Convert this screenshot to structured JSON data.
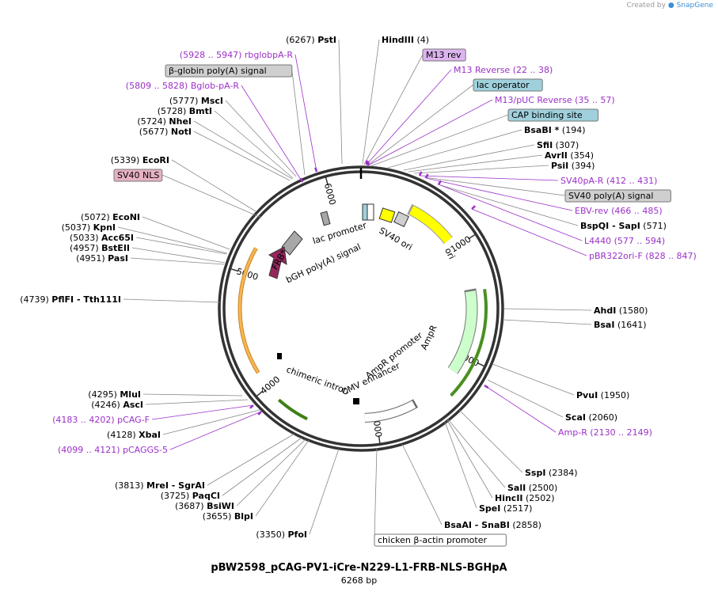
{
  "credit": {
    "prefix": "Created by",
    "brand": "SnapGene"
  },
  "plasmid": {
    "name": "pBW2598_pCAG-PV1-iCre-N229-L1-FRB-NLS-BGHpA",
    "size_label": "6268 bp"
  },
  "colors": {
    "enzyme": "#000000",
    "primer": "#9b30c8",
    "feature_blue": "#9fd0dc",
    "feature_gray": "#cfcfcf",
    "feature_pink": "#e7b1c3",
    "feature_violet": "#dcb4f0",
    "ori": "#ffff00",
    "ampr": "#ccffcc",
    "bgh": "#a8a8a8",
    "frb": "#95275d",
    "cag_arc": "#f7b650",
    "green_arc": "#8ed04a"
  },
  "ticks": [
    "1000",
    "2000",
    "3000",
    "4000",
    "5000",
    "6000"
  ],
  "labels": [
    {
      "kind": "enzyme",
      "pos": "(6267)",
      "name": "PstI"
    },
    {
      "kind": "enzyme",
      "name": "HindIII",
      "pos": "(4)"
    },
    {
      "kind": "box",
      "text": "M13 rev",
      "color": "violet"
    },
    {
      "kind": "primer",
      "name": "M13 Reverse",
      "pos": "(22 .. 38)"
    },
    {
      "kind": "box",
      "text": "lac operator",
      "color": "blue"
    },
    {
      "kind": "primer",
      "name": "M13/pUC Reverse",
      "pos": "(35 .. 57)"
    },
    {
      "kind": "box",
      "text": "CAP binding site",
      "color": "blue"
    },
    {
      "kind": "enzyme",
      "name": "BsaBI *",
      "pos": "(194)"
    },
    {
      "kind": "enzyme",
      "name": "SfiI",
      "pos": "(307)"
    },
    {
      "kind": "enzyme",
      "name": "AvrII",
      "pos": "(354)"
    },
    {
      "kind": "enzyme",
      "name": "PsiI",
      "pos": "(394)"
    },
    {
      "kind": "primer",
      "name": "SV40pA-R",
      "pos": "(412 .. 431)"
    },
    {
      "kind": "box",
      "text": "SV40 poly(A) signal",
      "color": "gray"
    },
    {
      "kind": "primer",
      "name": "EBV-rev",
      "pos": "(466 .. 485)"
    },
    {
      "kind": "enzyme",
      "name": "BspQI  - SapI",
      "pos": "(571)"
    },
    {
      "kind": "primer",
      "name": "L4440",
      "pos": "(577 .. 594)"
    },
    {
      "kind": "primer",
      "name": "pBR322ori-F",
      "pos": "(828 .. 847)"
    },
    {
      "kind": "enzyme",
      "name": "AhdI",
      "pos": "(1580)"
    },
    {
      "kind": "enzyme",
      "name": "BsaI",
      "pos": "(1641)"
    },
    {
      "kind": "enzyme",
      "name": "PvuI",
      "pos": "(1950)"
    },
    {
      "kind": "enzyme",
      "name": "ScaI",
      "pos": "(2060)"
    },
    {
      "kind": "primer",
      "name": "Amp-R",
      "pos": "(2130 .. 2149)"
    },
    {
      "kind": "enzyme",
      "name": "SspI",
      "pos": "(2384)"
    },
    {
      "kind": "enzyme",
      "name": "SalI",
      "pos": "(2500)"
    },
    {
      "kind": "enzyme",
      "name": "HincII",
      "pos": "(2502)"
    },
    {
      "kind": "enzyme",
      "name": "SpeI",
      "pos": "(2517)"
    },
    {
      "kind": "enzyme",
      "name": "BsaAI  - SnaBI",
      "pos": "(2858)"
    },
    {
      "kind": "box",
      "text": "chicken β-actin promoter",
      "color": "white"
    },
    {
      "kind": "enzyme",
      "pos": "(3350)",
      "name": "PfoI"
    },
    {
      "kind": "enzyme",
      "pos": "(3655)",
      "name": "BlpI"
    },
    {
      "kind": "enzyme",
      "pos": "(3687)",
      "name": "BsiWI"
    },
    {
      "kind": "enzyme",
      "pos": "(3725)",
      "name": "PaqCI"
    },
    {
      "kind": "enzyme",
      "pos": "(3813)",
      "name": "MreI  - SgrAI"
    },
    {
      "kind": "primer",
      "pos": "(4099 .. 4121)",
      "name": "pCAGGS-5"
    },
    {
      "kind": "enzyme",
      "pos": "(4128)",
      "name": "XbaI"
    },
    {
      "kind": "primer",
      "pos": "(4183 .. 4202)",
      "name": "pCAG-F"
    },
    {
      "kind": "enzyme",
      "pos": "(4246)",
      "name": "AscI"
    },
    {
      "kind": "enzyme",
      "pos": "(4295)",
      "name": "MluI"
    },
    {
      "kind": "enzyme",
      "pos": "(4739)",
      "name": "PflFI  - Tth111I"
    },
    {
      "kind": "enzyme",
      "pos": "(4951)",
      "name": "PasI"
    },
    {
      "kind": "enzyme",
      "pos": "(4957)",
      "name": "BstEII"
    },
    {
      "kind": "enzyme",
      "pos": "(5033)",
      "name": "Acc65I"
    },
    {
      "kind": "enzyme",
      "pos": "(5037)",
      "name": "KpnI"
    },
    {
      "kind": "enzyme",
      "pos": "(5072)",
      "name": "EcoNI"
    },
    {
      "kind": "box",
      "text": "SV40 NLS",
      "color": "pink"
    },
    {
      "kind": "enzyme",
      "pos": "(5339)",
      "name": "EcoRI"
    },
    {
      "kind": "enzyme",
      "pos": "(5677)",
      "name": "NotI"
    },
    {
      "kind": "enzyme",
      "pos": "(5724)",
      "name": "NheI"
    },
    {
      "kind": "enzyme",
      "pos": "(5728)",
      "name": "BmtI"
    },
    {
      "kind": "enzyme",
      "pos": "(5777)",
      "name": "MscI"
    },
    {
      "kind": "primer",
      "pos": "(5809 .. 5828)",
      "name": "Bglob-pA-R"
    },
    {
      "kind": "box",
      "text": "β-globin poly(A) signal",
      "color": "gray"
    },
    {
      "kind": "primer",
      "pos": "(5928 .. 5947)",
      "name": "rbglobpA-R"
    }
  ],
  "features": [
    {
      "text": "lac promoter"
    },
    {
      "text": "SV40 ori"
    },
    {
      "text": "bGH poly(A) signal"
    },
    {
      "text": "FRB*"
    },
    {
      "text": "ori"
    },
    {
      "text": "AmpR"
    },
    {
      "text": "AmpR promoter"
    },
    {
      "text": "CMV enhancer"
    },
    {
      "text": "chimeric intron"
    }
  ]
}
